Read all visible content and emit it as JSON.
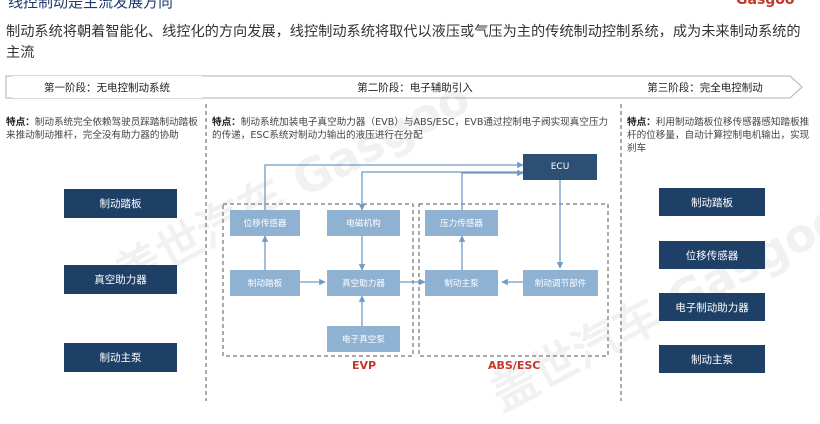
{
  "header": {
    "title": "线控制动是主流发展方向",
    "brand": "Gasgoo"
  },
  "summary": "制动系统将朝着智能化、线控化的方向发展，线控制动系统将取代以液压或气压为主的传统制动控制系统，成为未来制动系统的主流",
  "stages": [
    {
      "label": "第一阶段：无电控制动系统"
    },
    {
      "label": "第二阶段：电子辅助引入"
    },
    {
      "label": "第三阶段：完全电控制动"
    }
  ],
  "features": {
    "prefix": "特点：",
    "stage1": "制动系统完全依赖驾驶员踩踏制动踏板来推动制动推杆，完全没有助力器的协助",
    "stage2": "制动系统加装电子真空助力器（EVB）与ABS/ESC，EVB通过控制电子阀实现真空压力的传递，ESC系统对制动力输出的液压进行在分配",
    "stage3": "利用制动踏板位移传感器感知踏板推杆的位移量，自动计算控制电机输出，实现刹车"
  },
  "stage1_boxes": [
    "制动踏板",
    "真空助力器",
    "制动主泵"
  ],
  "stage3_boxes": [
    "制动踏板",
    "位移传感器",
    "电子制动助力器",
    "制动主泵"
  ],
  "diagram": {
    "ecu": "ECU",
    "displacement_sensor": "位移传感器",
    "solenoid": "电磁机构",
    "pressure_sensor": "压力传感器",
    "brake_pedal": "制动踏板",
    "vacuum_booster": "真空助力器",
    "master_pump": "制动主泵",
    "brake_control": "制动调节部件",
    "electronic_vacuum_pump": "电子真空泵",
    "evp_label": "EVP",
    "abs_label": "ABS/ESC"
  },
  "watermark": "盖世汽车 Gasgoo",
  "colors": {
    "dark_box": "#1e3f66",
    "light_box": "#8fb1d2",
    "ecu": "#2c4f74",
    "arrow": "#6f9cc4",
    "accent_red": "#c0392b"
  }
}
